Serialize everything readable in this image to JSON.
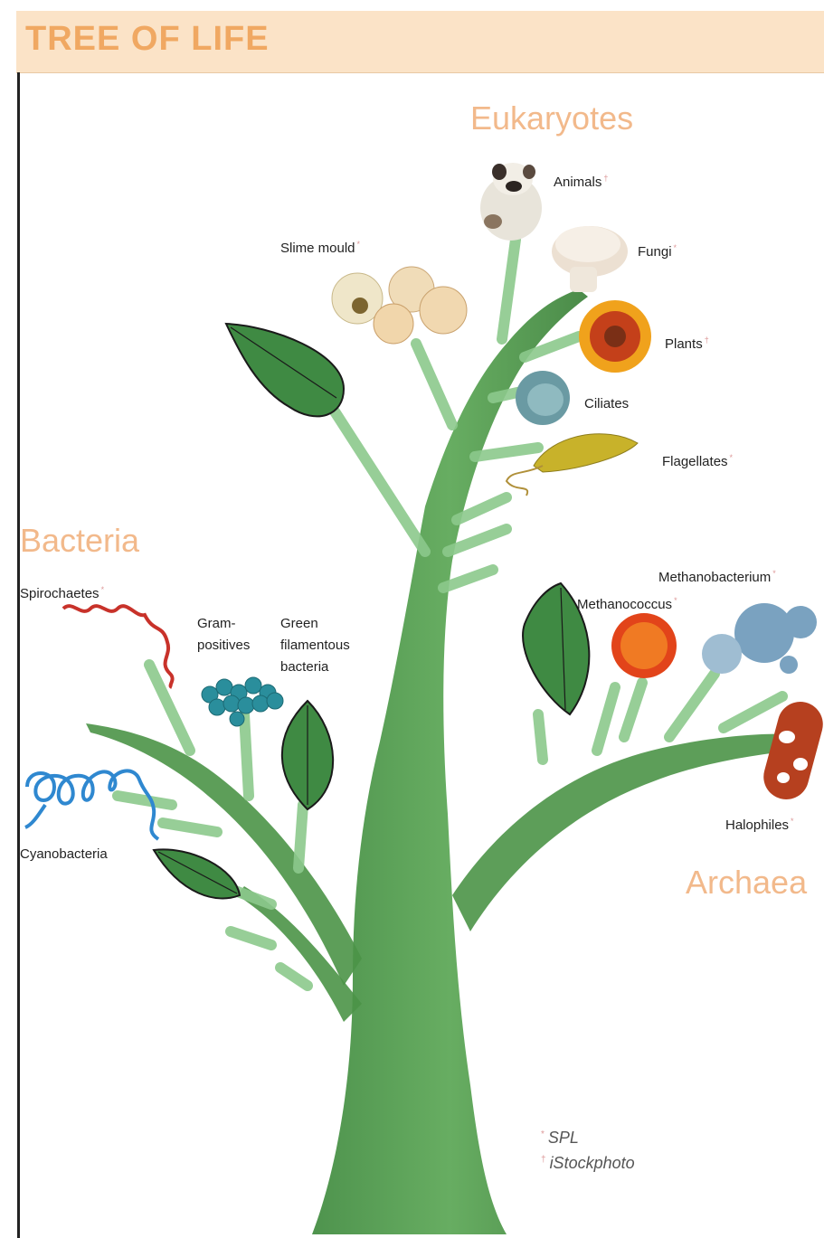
{
  "header": {
    "title": "TREE OF LIFE"
  },
  "domains": {
    "eukaryotes": "Eukaryotes",
    "bacteria": "Bacteria",
    "archaea": "Archaea"
  },
  "labels": {
    "animals": "Animals",
    "fungi": "Fungi",
    "slime_mould": "Slime mould",
    "plants": "Plants",
    "ciliates": "Ciliates",
    "flagellates": "Flagellates",
    "spirochaetes": "Spirochaetes",
    "gram_positives_1": "Gram-",
    "gram_positives_2": "positives",
    "green_filamentous_1": "Green",
    "green_filamentous_2": "filamentous",
    "green_filamentous_3": "bacteria",
    "cyanobacteria": "Cyanobacteria",
    "methanobacterium": "Methanobacterium",
    "methanococcus": "Methanococcus",
    "halophiles": "Halophiles"
  },
  "marks": {
    "spl": "*",
    "istock": "†"
  },
  "credits": {
    "spl": "SPL",
    "istock": "iStockphoto"
  },
  "colors": {
    "banner": "#fbe3c7",
    "banner_text": "#f0a862",
    "domain_text": "#f2b98b",
    "trunk": "#4f9a4a",
    "branch": "#8cc98c",
    "leaf": "#3f8a43"
  }
}
